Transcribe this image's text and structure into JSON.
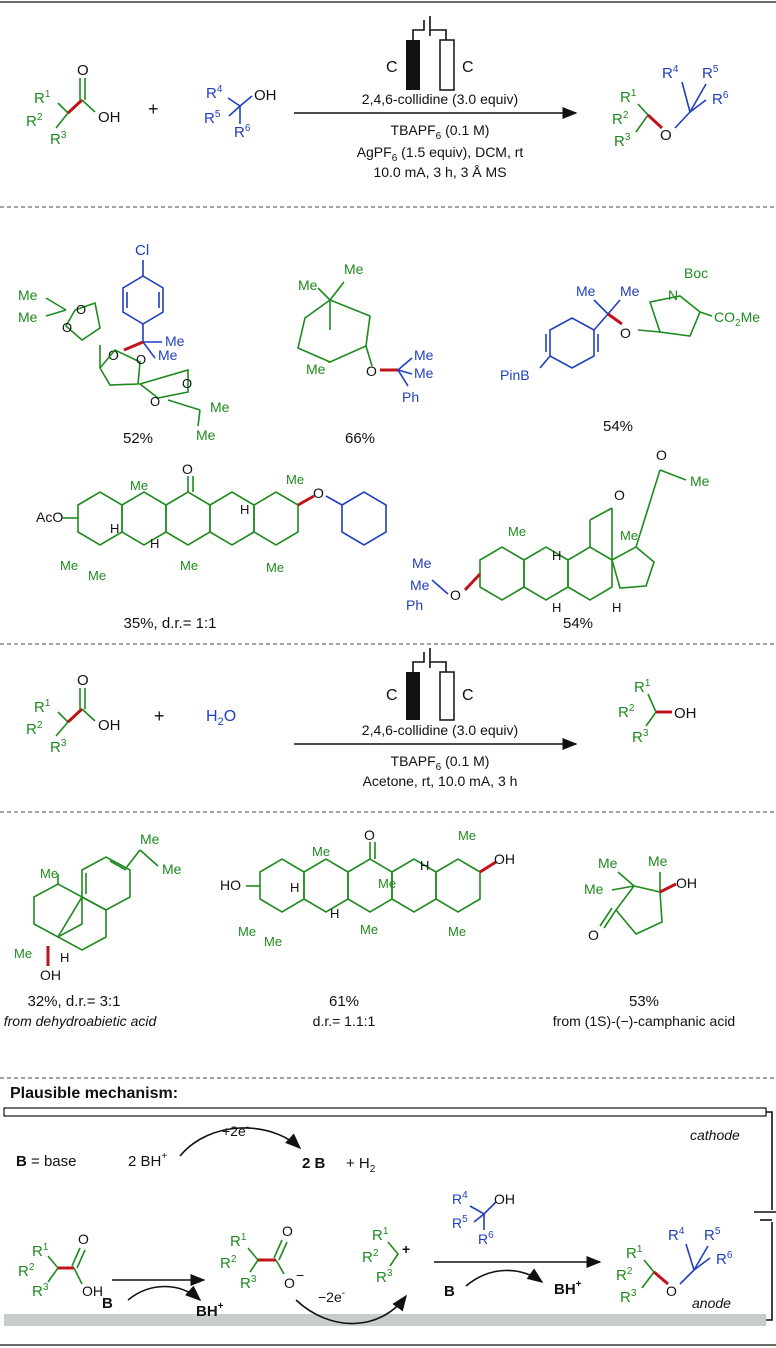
{
  "colors": {
    "substrate": "#1e8a1e",
    "alcohol": "#1f3fbf",
    "new_bond": "#c0141c",
    "text": "#111111"
  },
  "scheme1": {
    "electrode_left": "C",
    "electrode_right": "C",
    "cond1": "2,4,6-collidine (3.0 equiv)",
    "cond2": "TBAPF",
    "cond2_sub": "6",
    "cond2_tail": " (0.1 M)",
    "cond3": "AgPF",
    "cond3_sub": "6",
    "cond3_tail": " (1.5 equiv), DCM, rt",
    "cond4": "10.0 mA, 3 h, 3 Å MS",
    "plus": "+",
    "acid_oh": "OH",
    "acid_o": "O",
    "alc_oh": "OH",
    "ether_o": "O"
  },
  "ether_products": [
    {
      "yield": "52%"
    },
    {
      "yield": "66%"
    },
    {
      "yield": "54%"
    },
    {
      "yield": "35%, d.r.= 1:1"
    },
    {
      "yield": "54%"
    }
  ],
  "scheme2": {
    "electrode_left": "C",
    "electrode_right": "C",
    "cond1": "2,4,6-collidine (3.0 equiv)",
    "cond2": "TBAPF",
    "cond2_sub": "6",
    "cond2_tail": " (0.1 M)",
    "cond3": "Acetone, rt, 10.0 mA, 3 h",
    "plus": "+",
    "water": "H",
    "water_sub": "2",
    "water_tail": "O",
    "product_oh": "OH"
  },
  "alcohol_products": [
    {
      "yield": "32%, d.r.= 3:1",
      "note": "from dehydroabietic acid"
    },
    {
      "yield": "61%",
      "note": "d.r.= 1.1:1"
    },
    {
      "yield": "53%",
      "note": "from (1S)-(−)-camphanic acid"
    }
  ],
  "mechanism": {
    "title": "Plausible mechanism:",
    "base_def_bold": "B",
    "base_def_rest": " = base",
    "cathode": "cathode",
    "anode": "anode",
    "cathode_left": "2 BH",
    "cathode_electrons": "+2e",
    "cathode_right": "2 B",
    "cathode_h2": "+  H",
    "anode_electrons": "−2e",
    "base1": "B",
    "bh1": "BH",
    "base2": "B",
    "bh2": "BH"
  },
  "labels": {
    "me": "Me",
    "ph": "Ph",
    "cl": "Cl",
    "boc": "Boc",
    "n": "N",
    "h": "H",
    "o": "O",
    "oh": "OH",
    "aco": "AcO",
    "ho": "HO",
    "pinb": "PinB",
    "co2me": "CO",
    "co2me_tail": "Me",
    "co2me_sub": "2"
  }
}
